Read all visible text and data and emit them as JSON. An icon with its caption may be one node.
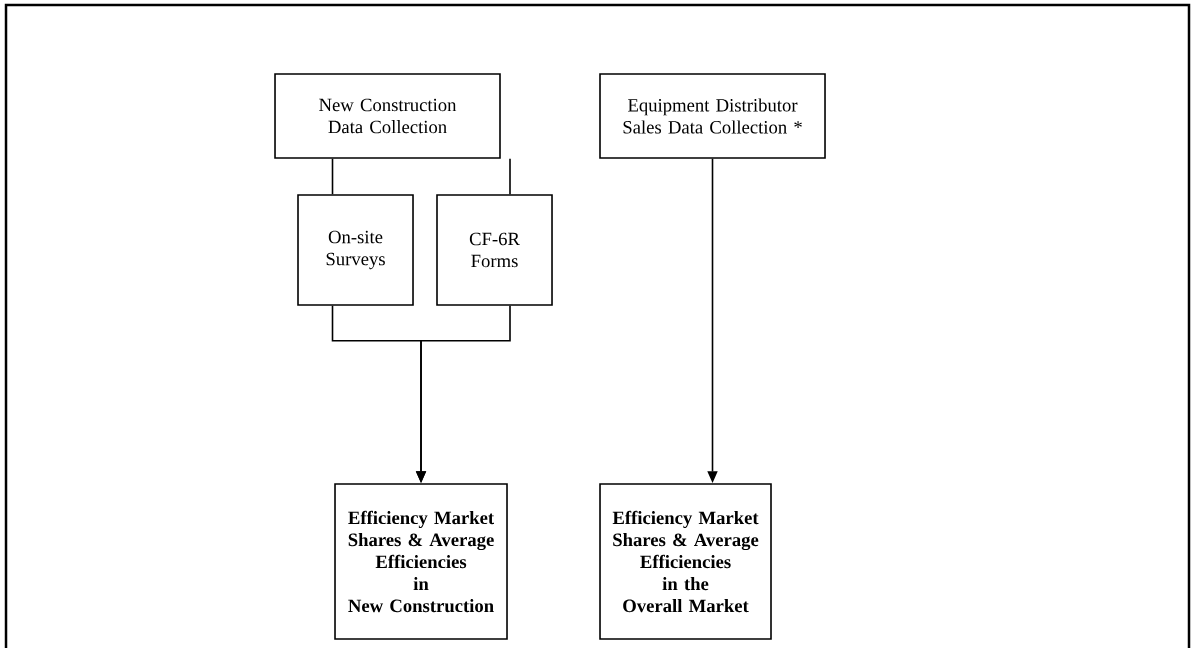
{
  "diagram": {
    "nodes": [
      {
        "text": [
          "New Construction Data Collection"
        ]
      },
      {
        "text": [
          "Equipment Distributor Sales Data Collection *"
        ]
      },
      {
        "text": [
          "On-site Surveys"
        ]
      },
      {
        "text": [
          "CF-6R Forms"
        ]
      },
      {
        "text": [
          "Efficiency Market Shares & Average Efficiencies",
          "in",
          "New Construction"
        ]
      },
      {
        "text": [
          "Efficiency Market Shares & Average Efficiencies",
          "in the",
          "Overall Market"
        ]
      }
    ],
    "edges": [
      {
        "from": 0,
        "to": 2,
        "arrow": "none"
      },
      {
        "from": 0,
        "to": 3,
        "arrow": "none"
      },
      {
        "from": 2,
        "to": 4,
        "arrow": "to"
      },
      {
        "from": 3,
        "to": 4,
        "arrow": "to"
      },
      {
        "from": 1,
        "to": 5,
        "arrow": "to"
      }
    ]
  }
}
